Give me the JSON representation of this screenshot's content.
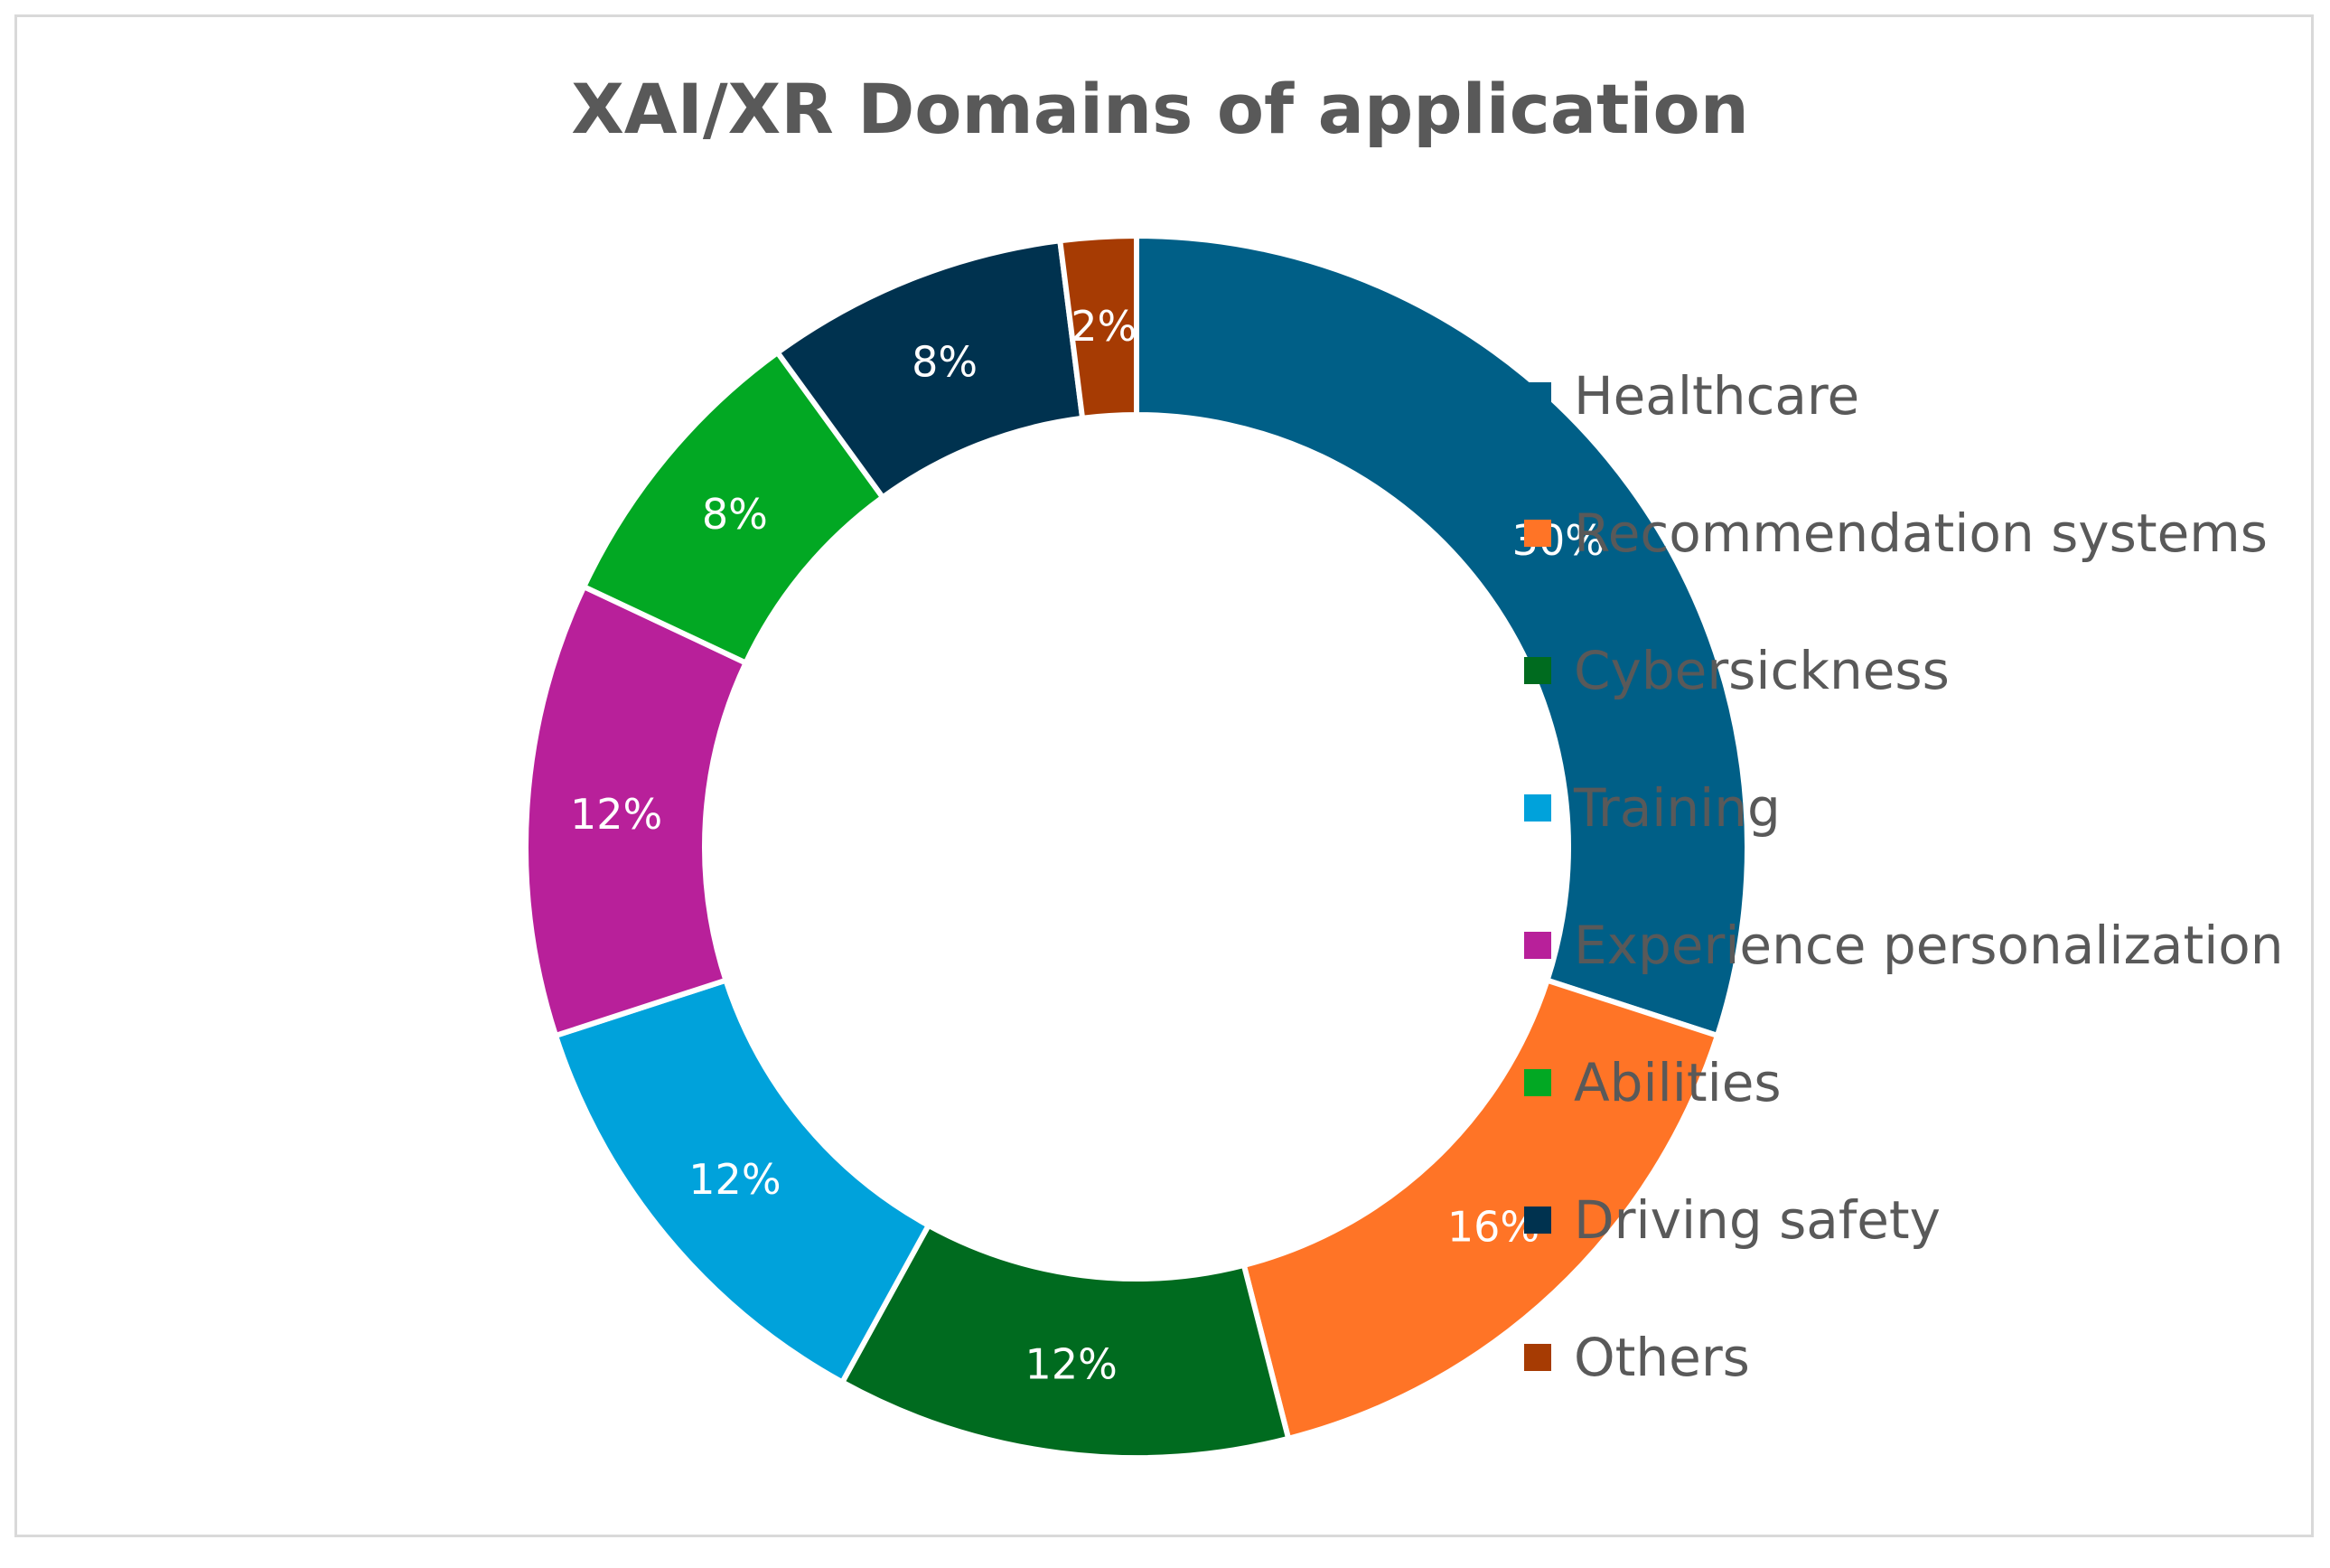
{
  "chart_data": {
    "type": "pie",
    "variant": "donut",
    "title": "XAI/XR Domains of application",
    "categories": [
      "Healthcare",
      "Recommendation systems",
      "Cybersickness",
      "Training",
      "Experience personalization",
      "Abilities",
      "Driving safety",
      "Others"
    ],
    "values": [
      30,
      16,
      12,
      12,
      12,
      8,
      8,
      2
    ],
    "data_labels": [
      "30%",
      "16%",
      "12%",
      "12%",
      "12%",
      "8%",
      "8%",
      "2%"
    ],
    "colors": [
      "#005F87",
      "#FF7426",
      "#006B1F",
      "#00A2DB",
      "#B8209A",
      "#02A823",
      "#00324F",
      "#A63B03"
    ],
    "label_colors": [
      "#ffffff",
      "#ffffff",
      "#ffffff",
      "#ffffff",
      "#ffffff",
      "#ffffff",
      "#ffffff",
      "#ffffff"
    ],
    "legend_position": "right",
    "start_angle": "top (12 o'clock), clockwise"
  }
}
